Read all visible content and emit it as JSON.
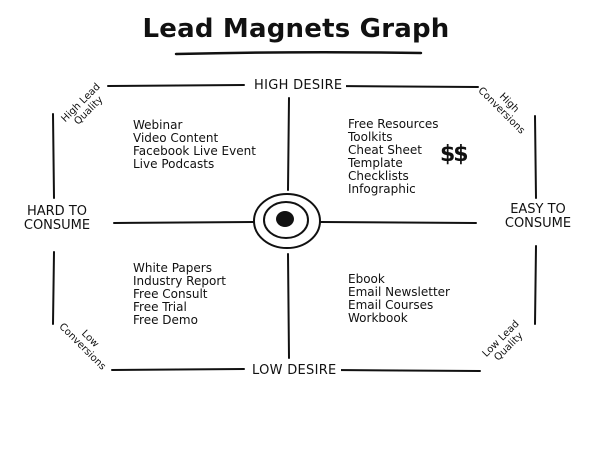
{
  "title": "Lead Magnets Graph",
  "axes": {
    "top": "HIGH DESIRE",
    "bottom": "LOW DESIRE",
    "left": [
      "HARD TO",
      "CONSUME"
    ],
    "right": [
      "EASY TO",
      "CONSUME"
    ]
  },
  "corners": {
    "top_left": [
      "High Lead",
      "Quality"
    ],
    "top_right": [
      "High",
      "Conversions"
    ],
    "bottom_left": [
      "Low",
      "Conversions"
    ],
    "bottom_right": [
      "Low Lead",
      "Quality"
    ]
  },
  "quadrants": {
    "top_left": [
      "Webinar",
      "Video Content",
      "Facebook Live Event",
      "Live Podcasts"
    ],
    "top_right": [
      "Free Resources",
      "Toolkits",
      "Cheat Sheet",
      "Template",
      "Checklists",
      "Infographic"
    ],
    "bottom_left": [
      "White Papers",
      "Industry Report",
      "Free Consult",
      "Free Trial",
      "Free Demo"
    ],
    "bottom_right": [
      "Ebook",
      "Email Newsletter",
      "Email Courses",
      "Workbook"
    ]
  },
  "money_symbol": "$$"
}
